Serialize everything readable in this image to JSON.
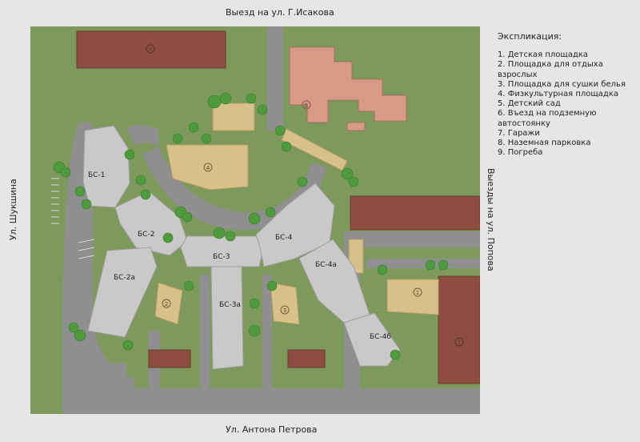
{
  "streets": {
    "top": "Выезд на ул. Г.Исакова",
    "bottom": "Ул. Антона Петрова",
    "left": "Ул. Шукшина",
    "right": "Выезды на ул. Попова"
  },
  "legend": {
    "title": "Экспликация:",
    "items": [
      "1. Детская площадка",
      "2. Площадка для отдыха взрослых",
      "3. Площадка для сушки белья",
      "4. Физкультурная площадка",
      "5. Детский сад",
      "6. Въезд на подземную автостоянку",
      "7. Гаражи",
      "8. Наземная парковка",
      "9. Погреба"
    ]
  },
  "buildings": {
    "bs1": "БС-1",
    "bs2": "БС-2",
    "bs2a": "БС-2а",
    "bs3": "БС-3",
    "bs3a": "БС-3а",
    "bs4": "БС-4",
    "bs4a": "БС-4а",
    "bs4b": "БС-4б"
  },
  "markers": {
    "kindergarten": "5",
    "playground_center": "4",
    "playground_right": "1",
    "playground_left": "2",
    "playground_bottom": "3",
    "garage_right": "7",
    "garage_top": "9"
  },
  "colors": {
    "lawn": "#7d9a5c",
    "road": "#8f8f8f",
    "building": "#c9c9c9",
    "garage": "#8e4d40",
    "kindergarten": "#d69a86",
    "playground": "#d8c08a",
    "tree": "#4e9a3c"
  }
}
